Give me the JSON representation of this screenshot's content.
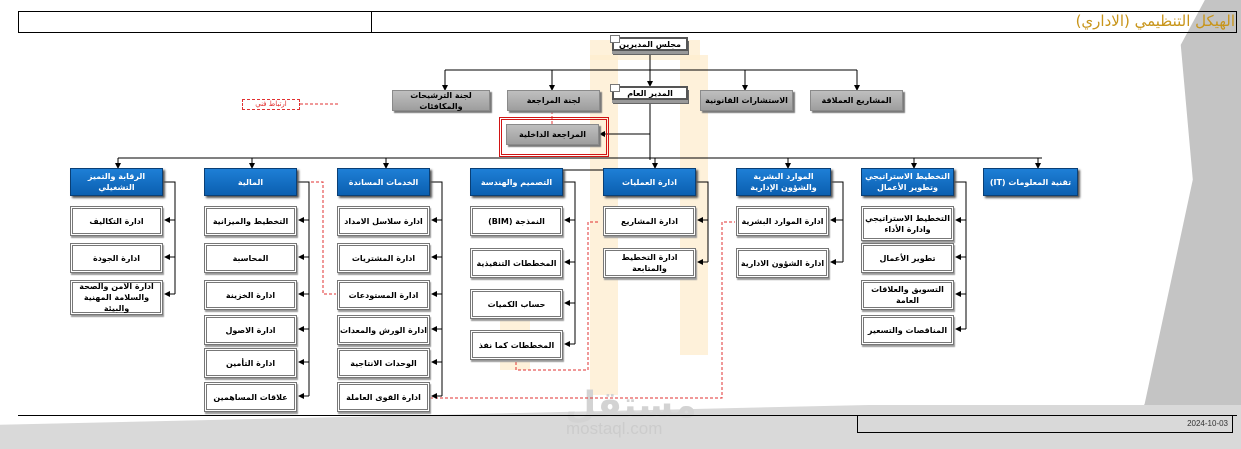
{
  "page": {
    "title": "الهيكل التنظيمي (الاداري)",
    "date": "2024-10-03",
    "watermark_ar": "مستقل",
    "watermark_en": "mostaql.com"
  },
  "colors": {
    "title": "#c8951a",
    "department_header": "#0b6fc8",
    "committee": "#a6a6a6",
    "dotted_link": "#e03030"
  },
  "top": {
    "board": "مجلس المديرين",
    "ceo": "المدير العام",
    "internal_audit": "المراجعة الداخلية",
    "note": "ارتباط فني",
    "committees": [
      "لجنة الترشيحات والمكافئات",
      "لجنة المراجعة",
      "الاستشارات القانونية",
      "المشاريع العملاقة"
    ]
  },
  "departments": [
    {
      "name": "تقنية المعلومات (IT)",
      "units": []
    },
    {
      "name": "التخطيط الاستراتيجي وتطوير الأعمال",
      "units": [
        "التخطيط الاستراتيجي وادارة الأداء",
        "تطوير الأعمال",
        "التسويق والعلاقات العامة",
        "المناقصات والتسعير"
      ]
    },
    {
      "name": "الموارد البشرية والشؤون الإدارية",
      "units": [
        "ادارة الموارد البشرية",
        "ادارة الشؤون الادارية"
      ]
    },
    {
      "name": "ادارة العمليات",
      "units": [
        "ادارة المشاريع",
        "ادارة التخطيط والمتابعة"
      ]
    },
    {
      "name": "التصميم والهندسة",
      "units": [
        "النمذجة (BIM)",
        "المخططات التنفيذية",
        "حساب الكميات",
        "المخططات كما نفذ"
      ]
    },
    {
      "name": "الخدمات المساندة",
      "units": [
        "ادارة سلاسل الامداد",
        "ادارة المشتريات",
        "ادارة المستودعات",
        "ادارة الورش والمعدات",
        "الوحدات الانتاجية",
        "ادارة القوى العاملة"
      ]
    },
    {
      "name": "المالية",
      "units": [
        "التخطيط والميزانية",
        "المحاسبة",
        "ادارة الخزينة",
        "ادارة الاصول",
        "ادارة التأمين",
        "علاقات المساهمين"
      ]
    },
    {
      "name": "الرقابة والتميز التشغيلي",
      "units": [
        "ادارة التكاليف",
        "ادارة الجودة",
        "ادارة الامن والصحة والسلامة المهنية والبيئة"
      ]
    }
  ]
}
